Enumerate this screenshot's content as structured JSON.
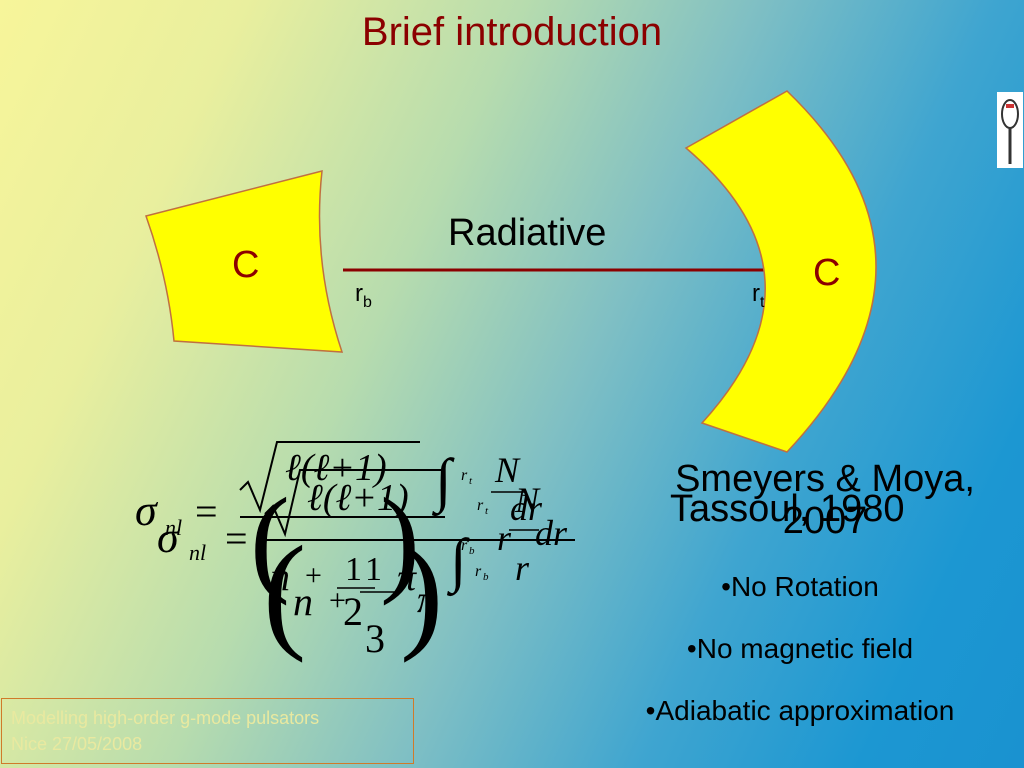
{
  "slide": {
    "title": "Brief introduction"
  },
  "diagram": {
    "inner_zone_label": "C",
    "outer_zone_label": "C",
    "middle_zone_label": "Radiative",
    "r_bottom_base": "r",
    "r_bottom_sub": "b",
    "r_top_base": "r",
    "r_top_sub": "t",
    "zone_fill_color": "#ffff00",
    "zone_stroke_color": "#c07040",
    "line_color": "#8b0000"
  },
  "formula": {
    "sigma": "σ",
    "sigma_sub": "nl",
    "equals": "=",
    "sqrt_content": "ℓ(ℓ+1)",
    "integral_upper": "r",
    "integral_upper_sub": "t",
    "integral_lower": "r",
    "integral_lower_sub": "b",
    "integrand_num": "N",
    "integrand_den": "r",
    "differential": "dr",
    "denominator_n": "n",
    "plus": "+",
    "frac_num_back": "1",
    "frac_den_back": "2",
    "frac_num_front": "1",
    "frac_den_front": "3",
    "pi": "π"
  },
  "references": {
    "front": "Smeyers & Moya, 2007",
    "back": "Tassoul, 1980"
  },
  "assumptions": [
    "•No Rotation",
    "•No magnetic field",
    "•Adiabatic approximation"
  ],
  "footer": {
    "line1": "Modelling high-order g-mode pulsators",
    "line2": "Nice 27/05/2008"
  },
  "icons": {
    "corner_image": "tennis-racket-icon"
  }
}
